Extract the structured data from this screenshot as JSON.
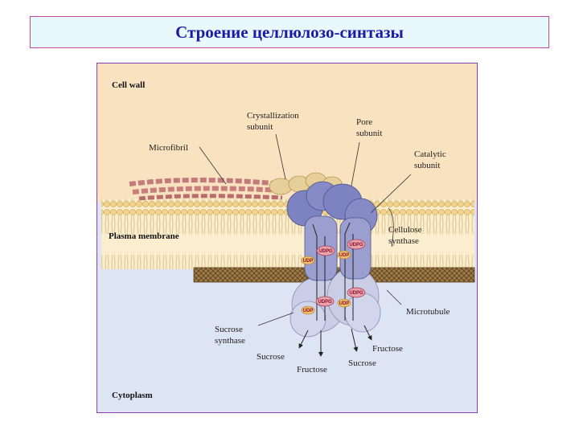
{
  "title": "Строение целлюлозо-синтазы",
  "diagram": {
    "regions": {
      "cell_wall": "Cell wall",
      "plasma_membrane": "Plasma membrane",
      "cytoplasm": "Cytoplasm"
    },
    "labels": {
      "crystallization": "Crystallization",
      "crystallization_2": "subunit",
      "pore": "Pore",
      "pore_2": "subunit",
      "microfibril": "Microfibril",
      "catalytic": "Catalytic",
      "catalytic_2": "subunit",
      "cellulose": "Cellulose",
      "cellulose_2": "synthase",
      "microtubule": "Microtubule",
      "sucrose_synthase": "Sucrose",
      "sucrose_synthase_2": "synthase",
      "sucrose_left": "Sucrose",
      "fructose_left": "Fructose",
      "sucrose_right": "Sucrose",
      "fructose_right": "Fructose"
    },
    "molecules": {
      "udpg": "UDPG",
      "udp": "UDP"
    },
    "colors": {
      "cell_wall": "#f8e2c0",
      "cytoplasm": "#dde4f3",
      "membrane": "#efd9a6",
      "enzyme_upper": "#7d82c0",
      "enzyme_lower": "#c9cde6",
      "microtubule": "#8a6b3c",
      "udpg": "#e9a3ad"
    }
  }
}
